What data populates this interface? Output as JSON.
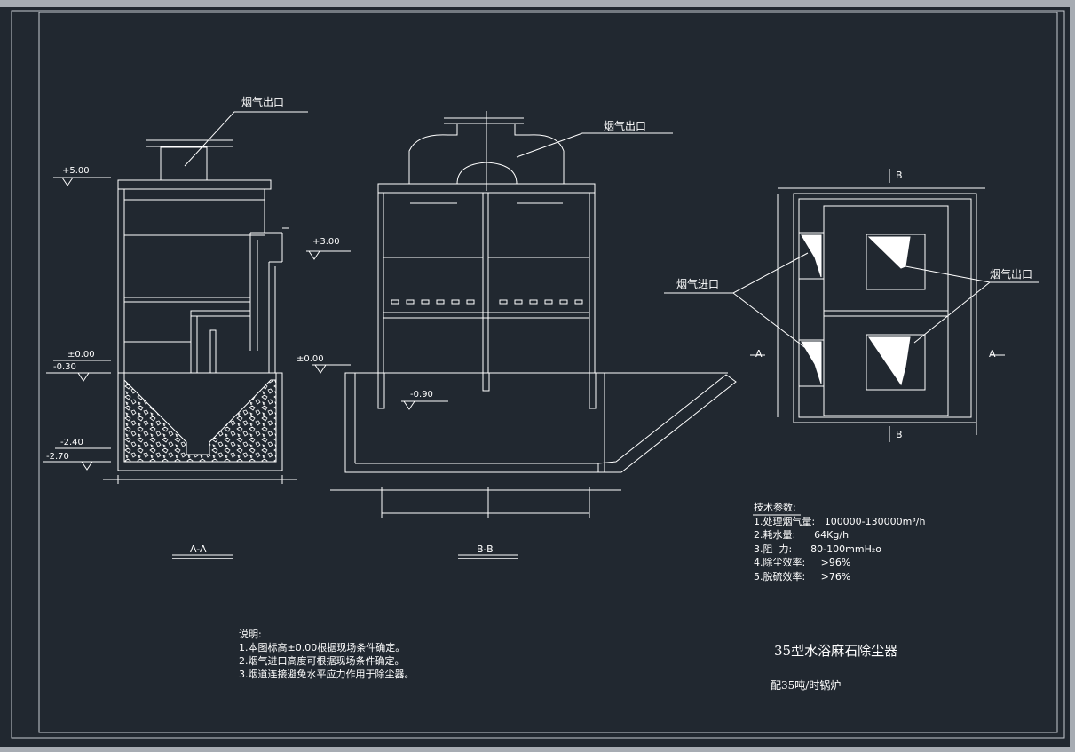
{
  "labels": {
    "outlet_aa": "烟气出口",
    "outlet_bb": "烟气出口",
    "outlet_plan": "烟气出口",
    "inlet_plan": "烟气进口"
  },
  "levels": {
    "aa_plus500": "+5.00",
    "aa_zero": "±0.00",
    "aa_m030": "-0.30",
    "aa_m240": "-2.40",
    "aa_m270": "-2.70",
    "bb_plus300": "+3.00",
    "bb_zero": "±0.00",
    "bb_m090": "-0.90"
  },
  "section_titles": {
    "aa": "A-A",
    "bb": "B-B"
  },
  "section_marks": {
    "a_left": "A",
    "a_right": "A",
    "b_top": "B",
    "b_bottom": "B"
  },
  "tech": {
    "heading": "技术参数:",
    "rows": [
      "1.处理烟气量:   100000-130000m³/h",
      "2.耗水量:      64Kg/h",
      "3.阻  力:      80-100mmH₂o",
      "4.除尘效率:     >96%",
      "5.脱硫效率:     >76%"
    ]
  },
  "notes": {
    "heading": "说明:",
    "items": [
      "1.本图标高±0.00根据现场条件确定。",
      "2.烟气进口高度可根据现场条件确定。",
      "3.烟道连接避免水平应力作用于除尘器。"
    ]
  },
  "title_block": {
    "title": "35型水浴麻石除尘器",
    "subtitle": "配35吨/时锅炉"
  },
  "colors": {
    "background": "#212830",
    "line": "#ffffff",
    "frame": "#c8ccd2"
  }
}
